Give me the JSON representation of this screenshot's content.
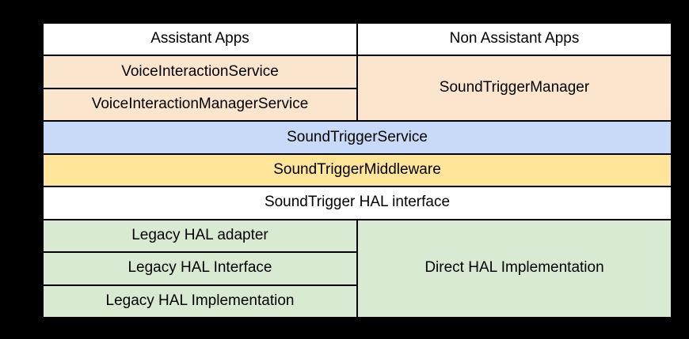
{
  "page": {
    "background": "#000000"
  },
  "diagram": {
    "type": "layered-architecture-stack",
    "colors": {
      "app_row": "#ffffff",
      "framework_api": "#fce5cd",
      "system_service": "#c9daf8",
      "middleware": "#ffe599",
      "hal_interface_row": "#ffffff",
      "hal_impl": "#d9ead3",
      "border": "#000000",
      "text": "#000000"
    },
    "cells": {
      "assistant_apps": "Assistant Apps",
      "non_assistant_apps": "Non Assistant Apps",
      "voice_interaction_service": "VoiceInteractionService",
      "sound_trigger_manager": "SoundTriggerManager",
      "voice_interaction_manager_service": "VoiceInteractionManagerService",
      "sound_trigger_service": "SoundTriggerService",
      "sound_trigger_middleware": "SoundTriggerMiddleware",
      "soundtrigger_hal_interface": "SoundTrigger HAL interface",
      "legacy_hal_adapter": "Legacy HAL adapter",
      "direct_hal_implementation": "Direct HAL Implementation",
      "legacy_hal_interface": "Legacy HAL Interface",
      "legacy_hal_implementation": "Legacy HAL Implementation"
    }
  }
}
